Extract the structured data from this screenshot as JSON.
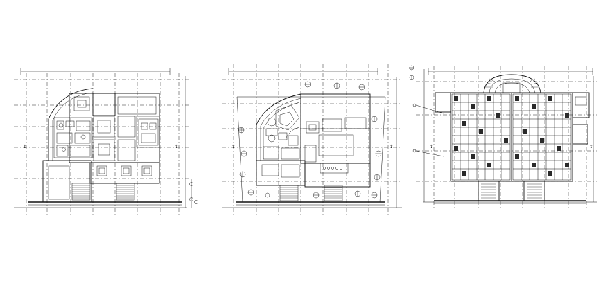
{
  "drawing": {
    "plans": [
      {
        "id": "plan-left",
        "description_key": "ground-floor"
      },
      {
        "id": "plan-middle",
        "description_key": "site-floor"
      },
      {
        "id": "plan-right",
        "description_key": "parking-floor"
      }
    ]
  }
}
